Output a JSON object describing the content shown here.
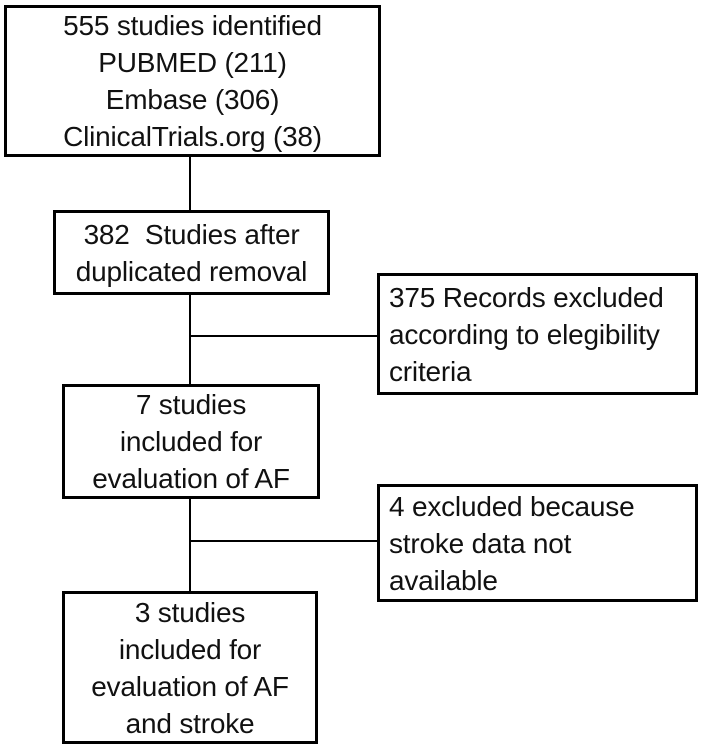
{
  "flowchart": {
    "colors": {
      "background": "#ffffff",
      "box_border": "#000000",
      "text": "#111111",
      "connector": "#000000"
    },
    "main_path": [
      {
        "id": "studies-identified",
        "text": "555 studies identified\nPUBMED (211)\nEmbase (306)\nClinicalTrials.org (38)"
      },
      {
        "id": "studies-after-duplicate-removal",
        "text": "382  Studies after\nduplicated removal"
      },
      {
        "id": "studies-included-af",
        "text": "7 studies\nincluded for\nevaluation of AF"
      },
      {
        "id": "studies-included-af-stroke",
        "text": "3 studies\nincluded for\nevaluation of AF\nand stroke"
      }
    ],
    "exclusions": [
      {
        "id": "records-excluded-eligibility",
        "text": "375 Records excluded\naccording to elegibility\ncriteria"
      },
      {
        "id": "excluded-stroke-data-unavailable",
        "text": "4 excluded because\nstroke data not\navailable"
      }
    ]
  }
}
